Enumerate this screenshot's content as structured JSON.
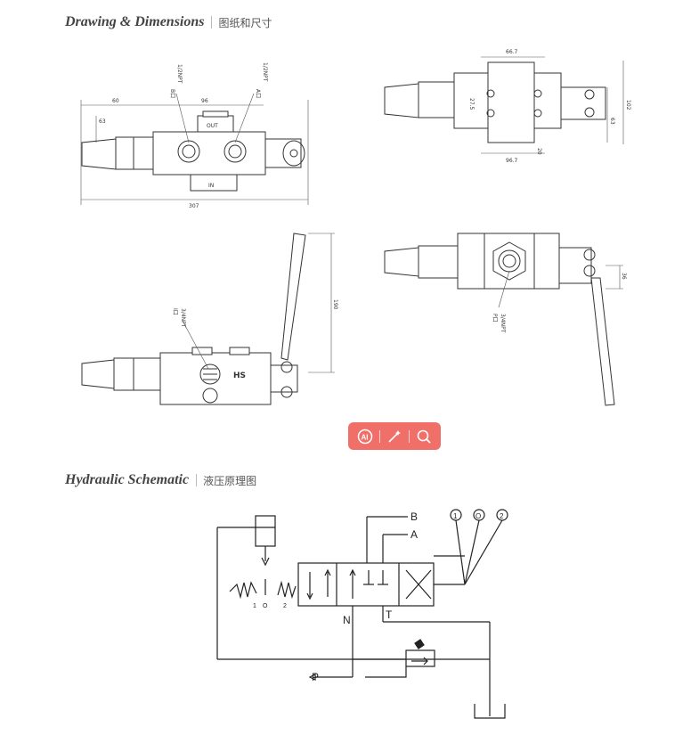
{
  "sections": {
    "drawing": {
      "title_en": "Drawing & Dimensions",
      "title_zh": "图纸和尺寸"
    },
    "schematic": {
      "title_en": "Hydraulic Schematic",
      "title_zh": "液压原理图"
    }
  },
  "drawing_labels": {
    "port_b": "B口",
    "port_b_size": "1/2NPT",
    "port_a": "A口",
    "port_a_size": "1/2NPT",
    "out": "OUT",
    "in": "IN",
    "dim_total": "307",
    "dim_left": "60",
    "dim_mid": "96",
    "dim_top": "66.7",
    "dim_bot": "96.7",
    "dim_right": "102",
    "dim_right2": "63",
    "dim_small": "27.5",
    "dim_20": "20",
    "port_in": "I口",
    "port_in_size": "3/4NPT",
    "port_p": "P口",
    "port_p_size": "3/4NPT",
    "hs": "HS",
    "dim_handle": "190",
    "dim_side": "36"
  },
  "schematic_labels": {
    "B": "B",
    "A": "A",
    "N": "N",
    "T": "T",
    "P": "P",
    "circle1": "1",
    "circle0": "O",
    "circle2": "2",
    "pos1": "1",
    "pos0": "O",
    "pos2": "2"
  },
  "toolbar": {
    "ai_icon": "ai-icon",
    "magic_icon": "magic-wand-icon",
    "search_icon": "search-icon"
  },
  "colors": {
    "toolbar_bg": "#f06f68"
  }
}
